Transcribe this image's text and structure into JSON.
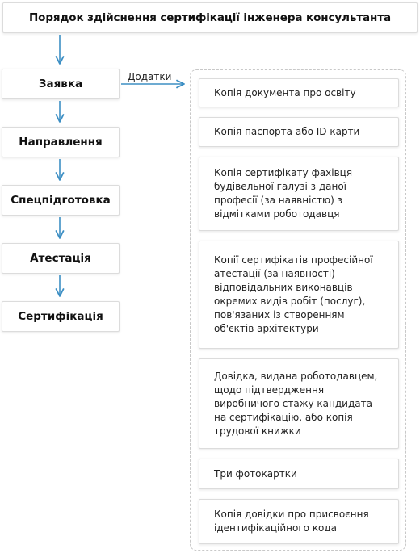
{
  "title": "Порядок здійснення сертифікації інженера консультанта",
  "steps": [
    "Заявка",
    "Направлення",
    "Спецпідготовка",
    "Атестація",
    "Сертифікація"
  ],
  "attachments_label": "Додатки",
  "documents": [
    "Копія документа про освіту",
    "Копія паспорта або ID карти",
    "Копія сертифікату фахівця будівельної галузі з даної професії (за наявністю) з відмітками роботодавця",
    "Копії сертифікатів  професійної атестації (за наявності) відповідальних виконавців окремих видів робіт (послуг), пов'язаних із створенням об'єктів архітектури",
    "Довідка, видана роботодавцем, щодо підтвердження виробничого стажу кандидата на сертифікацію, або копія трудової книжки",
    "Три фотокартки",
    "Копія довідки про присвоєння ідентифікаційного кода"
  ],
  "colors": {
    "arrow": "#3d8fc4",
    "border": "#dcdcdc",
    "dashed": "#c8c8c8"
  }
}
